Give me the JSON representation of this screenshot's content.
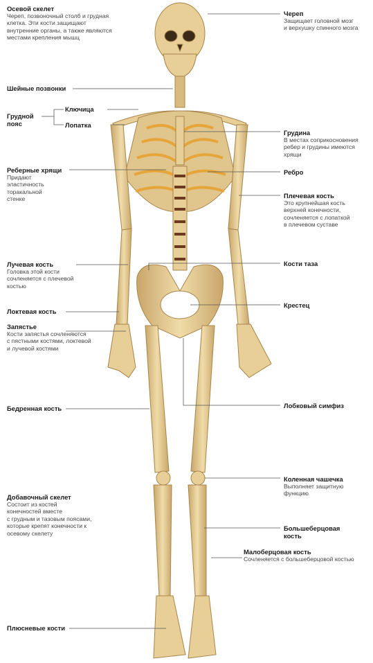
{
  "labels": {
    "axial": {
      "title": "Осевой скелет",
      "desc": [
        "Череп, позвоночный столб и грудная",
        "клетка. Эти кости защищают",
        "внутренние органы, а также являются",
        "местами крепления мышц"
      ]
    },
    "skull": {
      "title": "Череп",
      "desc": [
        "Защищает головной мозг",
        "и верхушку спинного мозга"
      ]
    },
    "cervical": {
      "title": "Шейные позвонки"
    },
    "girdle": {
      "title": [
        "Грудной",
        "пояс"
      ]
    },
    "clavicle": {
      "title": "Ключица"
    },
    "scapula": {
      "title": "Лопатка"
    },
    "sternum": {
      "title": "Грудина",
      "desc": [
        "В местах соприкосновения",
        "ребер и грудины имеются",
        "хрящи"
      ]
    },
    "costal": {
      "title": "Реберные хрящи",
      "desc": [
        "Придают",
        "эластичность",
        "торакальной",
        "стенке"
      ]
    },
    "rib": {
      "title": "Ребро"
    },
    "humerus": {
      "title": "Плечевая кость",
      "desc": [
        "Это крупнейшая кость",
        "верхней конечности,",
        "сочленяется с лопаткой",
        "в плечевом суставе"
      ]
    },
    "radius": {
      "title": "Лучевая кость",
      "desc": [
        "Головка этой кости",
        "сочленяется с плечевой",
        "костью"
      ]
    },
    "pelvis": {
      "title": "Кости таза"
    },
    "ulna": {
      "title": "Локтевая кость"
    },
    "sacrum": {
      "title": "Крестец"
    },
    "wrist": {
      "title": "Запястье",
      "desc": [
        "Кости запястья сочленяются",
        "с пястными костями, локтевой",
        "и лучевой костями"
      ]
    },
    "femur": {
      "title": "Бедренная кость"
    },
    "symphysis": {
      "title": "Лобковый симфиз"
    },
    "patella": {
      "title": "Коленная чашечка",
      "desc": [
        "Выполняет защитную",
        "функцию"
      ]
    },
    "appendicular": {
      "title": "Добавочный скелет",
      "desc": [
        "Состоит из костей",
        "конечностей вместе",
        "с грудным и тазовым поясами,",
        "которые крепят конечности к",
        "осевому скелету"
      ]
    },
    "tibia": {
      "title": [
        "Большеберцовая",
        "кость"
      ]
    },
    "fibula": {
      "title": "Малоберцовая кость",
      "desc": [
        "Сочленяется с большеберцовой костью"
      ]
    },
    "metatarsal": {
      "title": "Плюсневые кости"
    }
  },
  "colors": {
    "bone": "#e8cf98",
    "bone_dark": "#b08a4c",
    "cartilage": "#e5a53a",
    "disc": "#6b3a1c",
    "line": "#555555"
  }
}
